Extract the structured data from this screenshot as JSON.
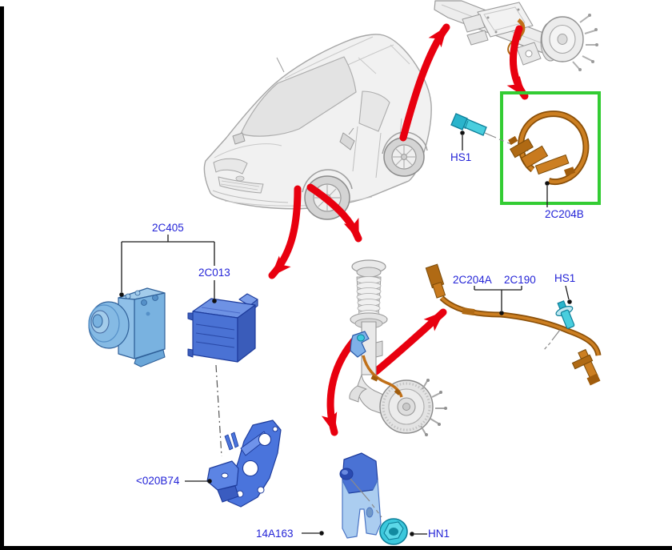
{
  "diagram": {
    "type": "automotive-parts-diagram",
    "highlighted_callout": "2C204B",
    "callouts": {
      "abs_unit_assembly": {
        "label": "2C405"
      },
      "abs_control_module": {
        "label": "2C013"
      },
      "module_bracket": {
        "label": "<020B74"
      },
      "rear_sensor_bolt": {
        "label": "HS1"
      },
      "rear_wheel_sensor": {
        "label": "2C204B"
      },
      "front_wheel_sensor": {
        "label": "2C204A"
      },
      "front_wheel_sensor_alt": {
        "label": "2C190"
      },
      "front_sensor_bolt": {
        "label": "HS1"
      },
      "sensor_bracket": {
        "label": "14A163"
      },
      "bracket_nut": {
        "label": "HN1"
      }
    },
    "colors": {
      "label_blue": "#2323d7",
      "arrow_red": "#e8000f",
      "highlight_green": "#33cc33",
      "sensor_orange": "#c8791e",
      "fastener_cyan": "#3cc8dc",
      "part_blue": "#4a72d4",
      "part_light_blue": "#85bae4"
    }
  }
}
